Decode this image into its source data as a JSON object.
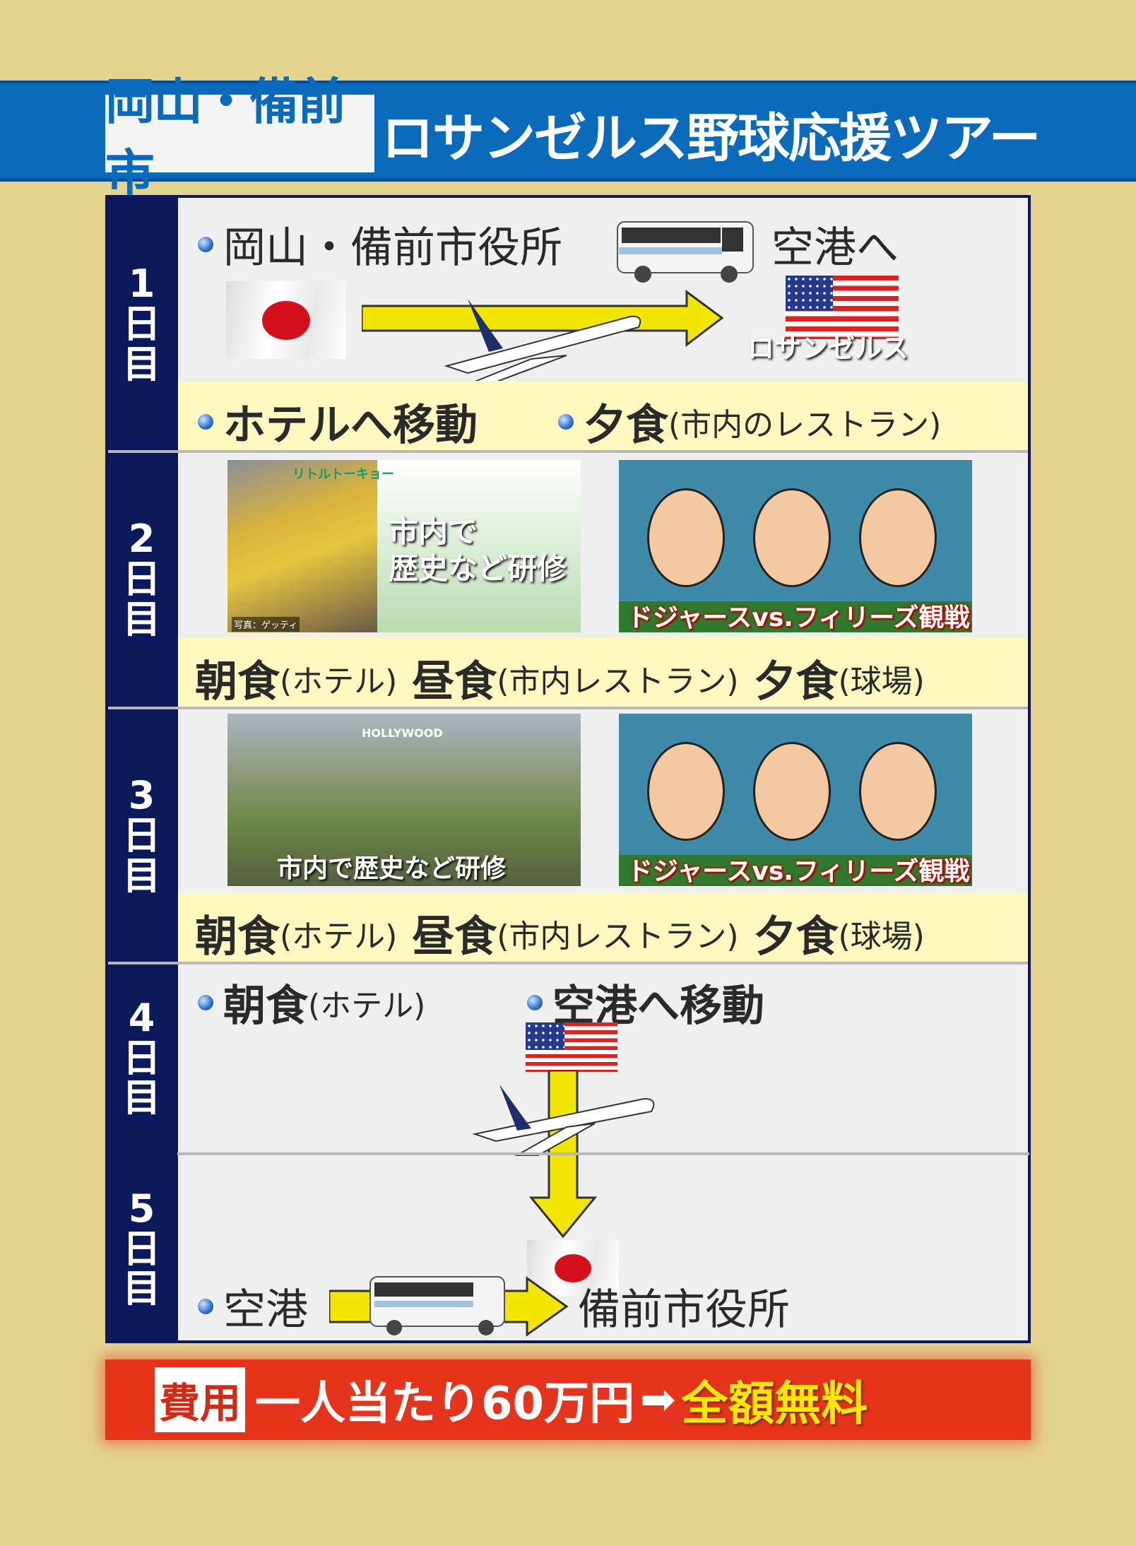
{
  "header": {
    "tag": "岡山・備前市",
    "title": "ロサンゼルス野球応援ツアー"
  },
  "days": [
    {
      "label": [
        "1",
        "日",
        "目"
      ],
      "line1_from": "岡山・備前市役所",
      "line1_to": "空港へ",
      "destination": "ロサンゼルス",
      "items": [
        {
          "main": "ホテルへ移動",
          "sub": ""
        },
        {
          "main": "夕食",
          "sub": "(市内のレストラン)"
        }
      ]
    },
    {
      "label": [
        "2",
        "日",
        "目"
      ],
      "photo_sign": "リトルトーキョー",
      "photo_credit": "写真：ゲッティ",
      "photo_caption_1": "市内で",
      "photo_caption_2": "歴史など研修",
      "game_caption": "ドジャースvs.フィリーズ観戦",
      "meals": [
        {
          "main": "朝食",
          "sub": "(ホテル)"
        },
        {
          "main": "昼食",
          "sub": "(市内レストラン)"
        },
        {
          "main": "夕食",
          "sub": "(球場)"
        }
      ]
    },
    {
      "label": [
        "3",
        "日",
        "目"
      ],
      "photo_sign": "HOLLYWOOD",
      "photo_caption": "市内で歴史など研修",
      "game_caption": "ドジャースvs.フィリーズ観戦",
      "meals": [
        {
          "main": "朝食",
          "sub": "(ホテル)"
        },
        {
          "main": "昼食",
          "sub": "(市内レストラン)"
        },
        {
          "main": "夕食",
          "sub": "(球場)"
        }
      ]
    },
    {
      "label": [
        "4",
        "日",
        "目"
      ],
      "items": [
        {
          "main": "朝食",
          "sub": "(ホテル)"
        },
        {
          "main": "空港へ移動",
          "sub": ""
        }
      ]
    },
    {
      "label": [
        "5",
        "日",
        "目"
      ],
      "from": "空港",
      "to": "備前市役所"
    }
  ],
  "cost": {
    "tag": "費用",
    "text": "一人当たり60万円",
    "result": "全額無料"
  }
}
